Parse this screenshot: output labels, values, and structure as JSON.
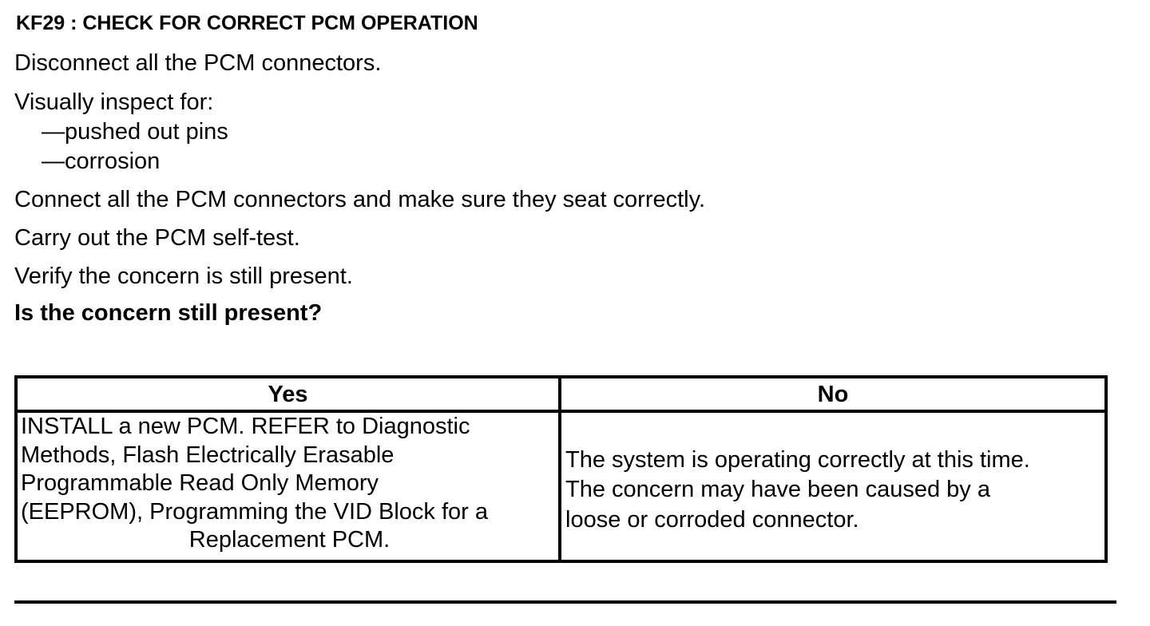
{
  "heading": "KF29 : CHECK FOR CORRECT PCM OPERATION",
  "steps": {
    "disconnect": "Disconnect all the PCM connectors.",
    "inspect": "Visually inspect for:",
    "inspect_items": [
      "—pushed out pins",
      "—corrosion"
    ],
    "connect": "Connect all the PCM connectors and make sure they seat correctly.",
    "selftest": "Carry out the PCM self-test.",
    "verify": "Verify the concern is still present."
  },
  "question": "Is the concern still present?",
  "table": {
    "headers": {
      "yes": "Yes",
      "no": "No"
    },
    "yes_lines": [
      "INSTALL a new PCM. REFER to Diagnostic",
      "Methods,  Flash Electrically Erasable",
      "Programmable Read Only Memory",
      "(EEPROM), Programming the VID Block for a",
      "Replacement PCM."
    ],
    "no_lines": [
      "The system is operating correctly at this time.",
      "The concern may have been caused by a",
      "loose or corroded connector."
    ]
  }
}
